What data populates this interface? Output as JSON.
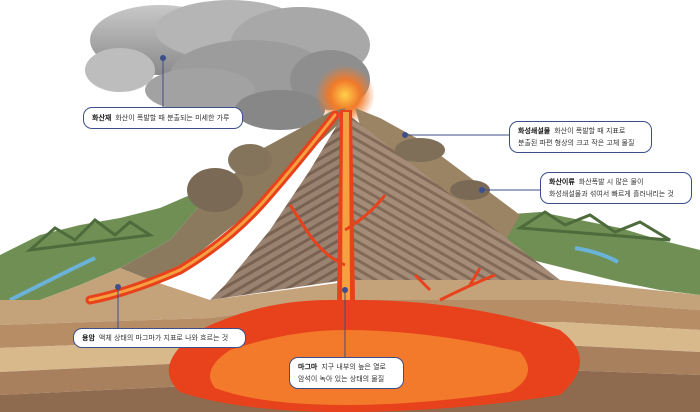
{
  "labels": {
    "ash": {
      "term": "화산재",
      "desc": "화산이 폭발할 때 분출되는 미세한 가루"
    },
    "pyroclastic_material": {
      "term": "화성쇄설물",
      "desc_line1": "화산이 폭발할 때 지표로",
      "desc_line2": "분출된 파편 형상의 크고 작은 고체 물질"
    },
    "pyroclastic_flow": {
      "term": "화산이류",
      "desc_line1": "화산폭발 시 많은 물이",
      "desc_line2": "화성쇄설물과 섞여서 빠르게 흘러내리는 것"
    },
    "lava": {
      "term": "용암",
      "desc": "액체 상태의 마그마가 지표로 나와 흐르는 것"
    },
    "magma": {
      "term": "마그마",
      "desc_line1": "지구 내부의 높은 열로",
      "desc_line2": "암석이 녹아 있는 상태의 물질"
    }
  },
  "colors": {
    "callout_border": "#3d4f8a",
    "lava": "#e8421c",
    "magma": "#f0622a",
    "ash_smoke": "#9a9a9a",
    "mountain_green": "#5f7f4c",
    "water": "#6bb2d8",
    "soil_layers": "#c9a877"
  }
}
